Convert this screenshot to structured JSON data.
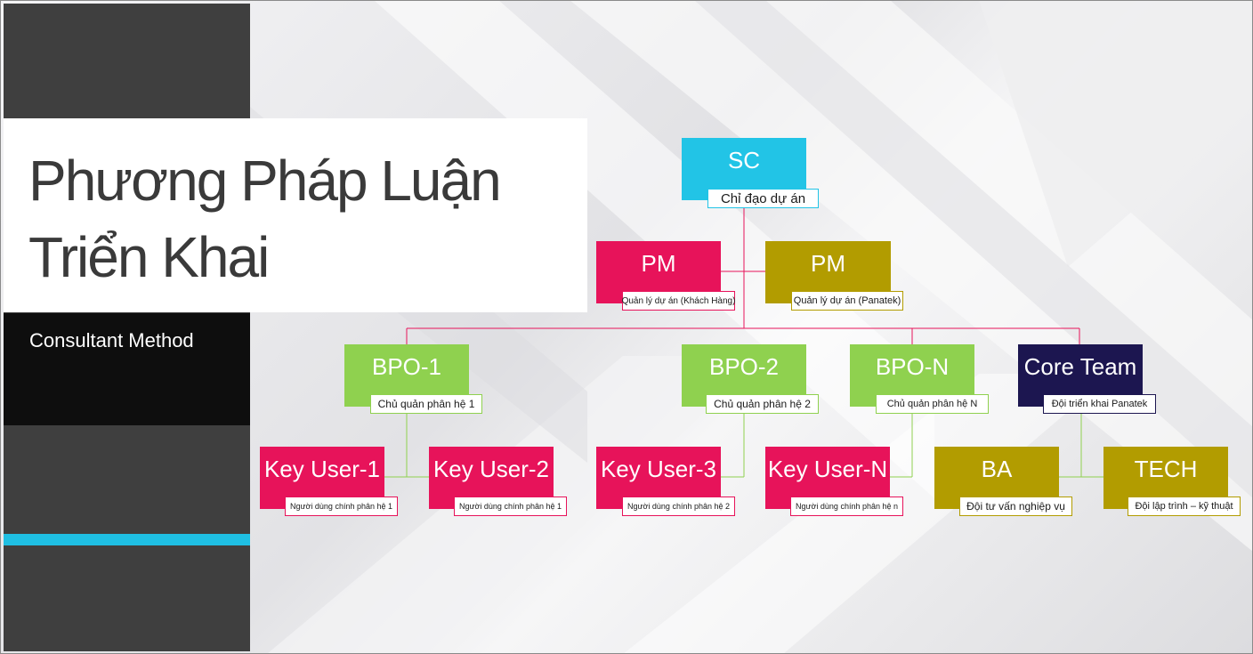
{
  "slide": {
    "title": "Phương Pháp Luận Triển Khai",
    "subtitle": "Consultant Method"
  },
  "org_chart": {
    "sc": {
      "title": "SC",
      "desc": "Chỉ đạo dự án"
    },
    "pm_customer": {
      "title": "PM",
      "desc": "Quản lý dự án (Khách Hàng)"
    },
    "pm_panatek": {
      "title": "PM",
      "desc": "Quản lý dự án (Panatek)"
    },
    "bpo_1": {
      "title": "BPO-1",
      "desc": "Chủ quản phân hệ 1"
    },
    "bpo_2": {
      "title": "BPO-2",
      "desc": "Chủ quản phân hệ 2"
    },
    "bpo_n": {
      "title": "BPO-N",
      "desc": "Chủ quản phân hệ N"
    },
    "core_team": {
      "title": "Core Team",
      "desc": "Đội triển khai Panatek"
    },
    "key_user_1": {
      "title": "Key User-1",
      "desc": "Người dùng chính phân hệ 1"
    },
    "key_user_2": {
      "title": "Key User-2",
      "desc": "Người dùng chính phân hệ 1"
    },
    "key_user_3": {
      "title": "Key User-3",
      "desc": "Người dùng chính phân hệ 2"
    },
    "key_user_n": {
      "title": "Key User-N",
      "desc": "Người dùng chính phân hệ n"
    },
    "ba": {
      "title": "BA",
      "desc": "Đội tư vấn nghiệp vụ"
    },
    "tech": {
      "title": "TECH",
      "desc": "Đội lập trình – kỹ thuật"
    }
  },
  "colors": {
    "sc": "#22c4e6",
    "pm_customer": "#e7135a",
    "pm_panatek": "#b29c00",
    "bpo": "#8fd14f",
    "core_team": "#1c1650",
    "key_user": "#e7135a",
    "ba_tech": "#b29c00",
    "connector_main": "#e7135a"
  }
}
